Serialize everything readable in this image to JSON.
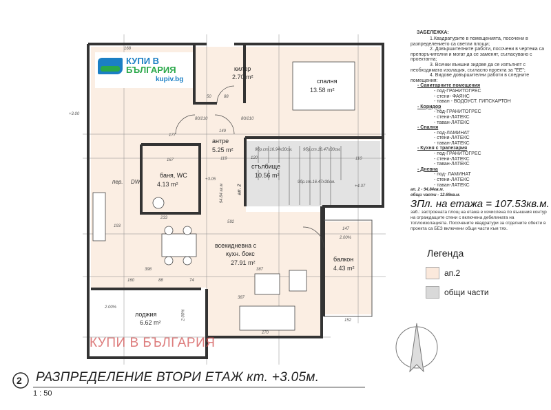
{
  "logo": {
    "text_line1": "КУПИ В",
    "text_line2": "БЪЛГАРИЯ",
    "site": "kupiv.bg",
    "colors": {
      "blue": "#1b7fc4",
      "green": "#2aa84a"
    }
  },
  "watermark": "КУПИ В БЪЛГАРИЯ",
  "rooms": {
    "closet": {
      "name": "килер",
      "area": "2.70 m²"
    },
    "bedroom": {
      "name": "спалня",
      "area": "13.58 m²"
    },
    "entry": {
      "name": "антре",
      "area": "5.25 m²"
    },
    "stairs": {
      "name": "стълбище",
      "area": "10.56 m²"
    },
    "bath": {
      "name": "баня, WC",
      "area": "4.13 m²"
    },
    "living": {
      "name_line1": "всекидневна с",
      "name_line2": "кухн. бокс",
      "area": "27.91 m²"
    },
    "balcony": {
      "name": "балкон",
      "area": "4.43 m²"
    },
    "loggia": {
      "name": "лоджия",
      "area": "6.62 m²"
    }
  },
  "plan_marks": {
    "level_left": "+3.05",
    "level_right": "+4.37",
    "level_ext": "+3.00",
    "apt_tag": "ап. 2",
    "apt_area": "94.84 кв.м",
    "steps_1": "9бр.ст.16.94x30см.",
    "steps_2": "9бр.ст.16.47x30см.",
    "steps_3": "9бр.ст.16.47x30см.",
    "washer": "пер.",
    "dishwasher": "DW",
    "slope_balcony": "2.00%",
    "slope_loggia_1": "2.00%",
    "slope_loggia_2": "2.00%",
    "dims": [
      "168",
      "50",
      "88",
      "80/210",
      "80/210",
      "177",
      "149",
      "119",
      "120",
      "110",
      "233",
      "592",
      "398",
      "387",
      "387",
      "160",
      "88",
      "74",
      "270",
      "152",
      "147",
      "193",
      "167"
    ]
  },
  "title": {
    "number": "2",
    "text": "РАЗПРЕДЕЛЕНИЕ ВТОРИ ЕТАЖ кт. +3.05м.",
    "scale": "1 : 50"
  },
  "notes": {
    "heading": "ЗАБЕЛЕЖКА:",
    "items": [
      "1.Квадратурите в помещенията, посочени в разпределението са светли площи;",
      "2. Довършителните работи, посочени в чертежа са препоръчителни и могат да се заменят, съгласувано с проектанта;",
      "3. Всички външни зидове да се изпълнят с необходимата изолация, съгласно проекта за \"ЕЕ\";",
      "4. Видове довършителни работи в следните помещения:"
    ],
    "finishes": [
      {
        "room": "- Санитарните помещения",
        "lines": [
          "- под-ГРАНИТОГРЕС",
          "- стени- ФАЯНС",
          "- таван - ВОДОУСТ. ГИПСКАРТОН"
        ]
      },
      {
        "room": "- Коридор",
        "lines": [
          "- под-ГРАНИТОГРЕС",
          "- стени-ЛАТЕКС",
          "- таван-ЛАТЕКС"
        ]
      },
      {
        "room": "- Спалня",
        "lines": [
          "- под-ЛАМИНАТ",
          "- стени-ЛАТЕКС",
          "- таван-ЛАТЕКС"
        ]
      },
      {
        "room": "- Кухня с трапезария",
        "lines": [
          "- под-ГРАНИТОГРЕС",
          "- стени-ЛАТЕКС",
          "- таван-ЛАТЕКС"
        ]
      },
      {
        "room": "- Дневна",
        "lines": [
          "- под- ЛАМИНАТ",
          "- стени-ЛАТЕКС",
          "- таван-ЛАТЕКС"
        ]
      }
    ],
    "apt_area": "ап. 2 - 94.84кв.м.",
    "common_area": "общи части - 12.69кв.м.",
    "total": "ЗПл. на етажа = 107.53кв.м.",
    "footnote": "заб.: застроената площ на етажа е изчислена по външния контур на ограждащите стени с включена дебелината на топлоизолацията. Посочените квадратури  за отделните обекти в проекта са БЕЗ включени общи части към тях."
  },
  "legend": {
    "title": "Легенда",
    "items": [
      {
        "label": "ап.2",
        "color": "#fbe9dc"
      },
      {
        "label": "общи части",
        "color": "#d9d9d9"
      }
    ]
  }
}
